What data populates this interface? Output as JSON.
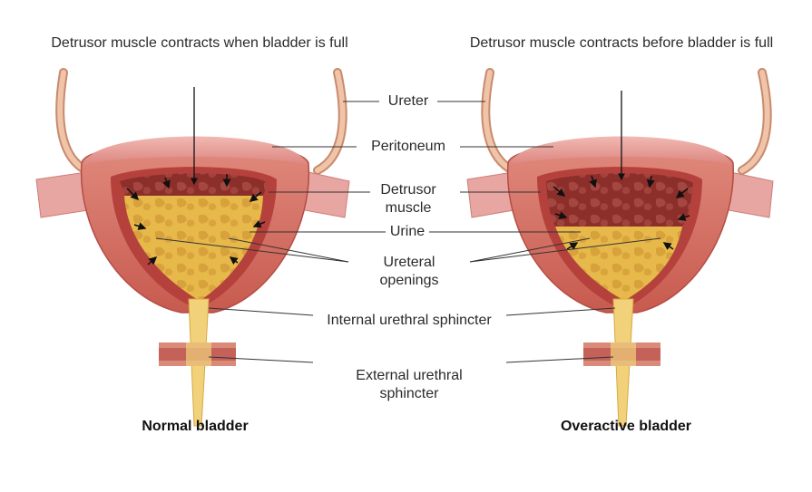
{
  "diagram": {
    "left_heading": "Detrusor muscle contracts when bladder is full",
    "right_heading": "Detrusor muscle contracts before bladder is full",
    "labels": {
      "ureter": "Ureter",
      "peritoneum": "Peritoneum",
      "detrusor_muscle": "Detrusor muscle",
      "urine": "Urine",
      "ureteral_openings": "Ureteral openings",
      "internal_sphincter": "Internal urethral sphincter",
      "external_sphincter": "External urethral sphincter"
    },
    "left_caption": "Normal bladder",
    "right_caption": "Overactive bladder",
    "colors": {
      "muscle_outer": "#d9776b",
      "muscle_inner": "#b5413c",
      "peritoneum": "#e79a98",
      "cavity_dark": "#8c2f2b",
      "urine": "#e7b84a",
      "urethra": "#f1d27a",
      "ureter": "#e9b193"
    }
  }
}
